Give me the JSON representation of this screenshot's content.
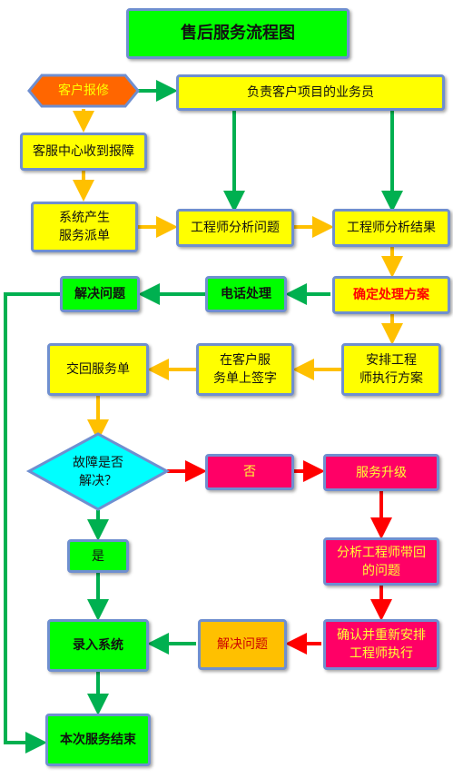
{
  "title": "售后服务流程图",
  "nodes": {
    "customer_report": "客户报修",
    "salesperson": "负责客户项目的业务员",
    "service_center": "客服中心收到报障",
    "dispatch": "系统产生\n服务派单",
    "engineer_analyze": "工程师分析问题",
    "engineer_result": "工程师分析结果",
    "determine_plan": "确定处理方案",
    "phone_handling": "电话处理",
    "solve_problem_top": "解决问题",
    "arrange_engineer": "安排工程\n师执行方案",
    "customer_sign": "在客户服\n务单上签字",
    "return_form": "交回服务单",
    "resolved_question": "故障是否\n解决？",
    "no": "否",
    "service_upgrade": "服务升级",
    "yes": "是",
    "analyze_return": "分析工程师带回\n的问题",
    "enter_system": "录入系统",
    "solve_problem_bottom": "解决问题",
    "confirm_rearrange": "确认并重新安排\n工程师执行",
    "service_end": "本次服务结束"
  },
  "colors": {
    "arrow_green": "#00b050",
    "arrow_orange": "#ffc000",
    "arrow_red": "#ff0000",
    "node_border": "#6f8fd0"
  }
}
